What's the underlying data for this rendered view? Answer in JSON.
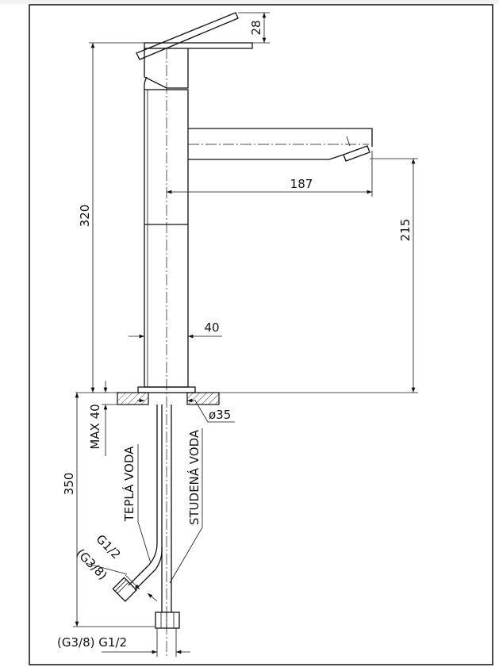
{
  "drawing": {
    "dimensions": {
      "height_total": "320",
      "lever_rise": "28",
      "spout_reach": "187",
      "spout_height": "215",
      "body_width": "40",
      "max_deck": "MAX 40",
      "hole_diameter": "ø35",
      "hose_length": "350",
      "thread_angled_top": "G1/2",
      "thread_angled_bottom": "(G3/8)",
      "thread_bottom": "(G3/8) G1/2"
    },
    "labels": {
      "hot_water": "TEPLÁ VODA",
      "cold_water": "STUDENÁ VODA"
    }
  }
}
